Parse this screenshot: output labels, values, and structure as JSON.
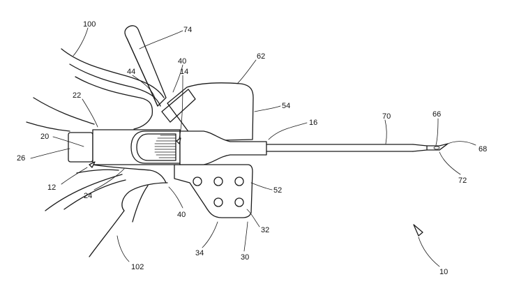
{
  "figure": {
    "reference_labels": {
      "r100": "100",
      "r74": "74",
      "r40a": "40",
      "r44": "44",
      "r14": "14",
      "r62": "62",
      "r22": "22",
      "r54": "54",
      "r16": "16",
      "r70": "70",
      "r66": "66",
      "r20": "20",
      "r26": "26",
      "r68": "68",
      "r72": "72",
      "r12": "12",
      "r24": "24",
      "r52": "52",
      "r40b": "40",
      "r32": "32",
      "r34": "34",
      "r30": "30",
      "r102": "102",
      "r10": "10"
    },
    "line_color": "#1a1a1a",
    "background": "#ffffff"
  }
}
